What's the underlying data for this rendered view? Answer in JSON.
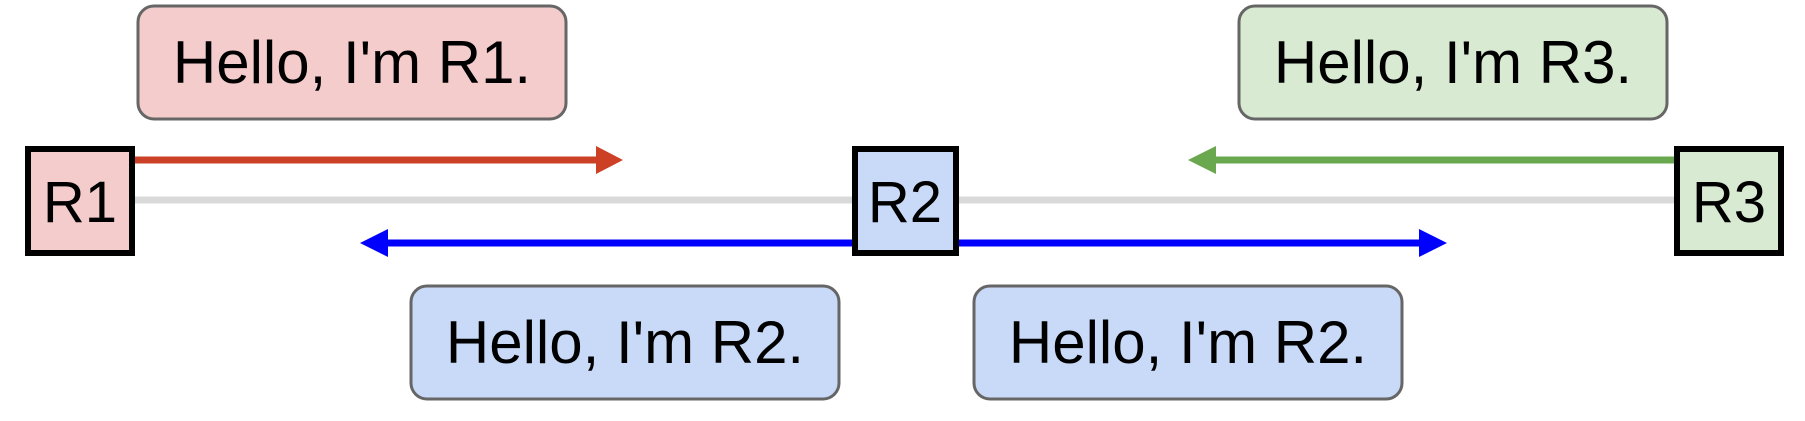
{
  "colors": {
    "link": "#d9d9d9",
    "r1_fill": "#f4cccc",
    "r2_fill": "#c9daf8",
    "r3_fill": "#d9ead3",
    "r1_arrow": "#cc4125",
    "r2_arrow": "#0000ff",
    "r3_arrow": "#6aa84f",
    "bubble_border": "#666666",
    "node_border": "#000000"
  },
  "nodes": {
    "r1": {
      "label": "R1"
    },
    "r2": {
      "label": "R2"
    },
    "r3": {
      "label": "R3"
    }
  },
  "messages": {
    "r1_hello": "Hello, I'm R1.",
    "r2_hello_left": "Hello, I'm R2.",
    "r2_hello_right": "Hello, I'm R2.",
    "r3_hello": "Hello, I'm R3."
  }
}
